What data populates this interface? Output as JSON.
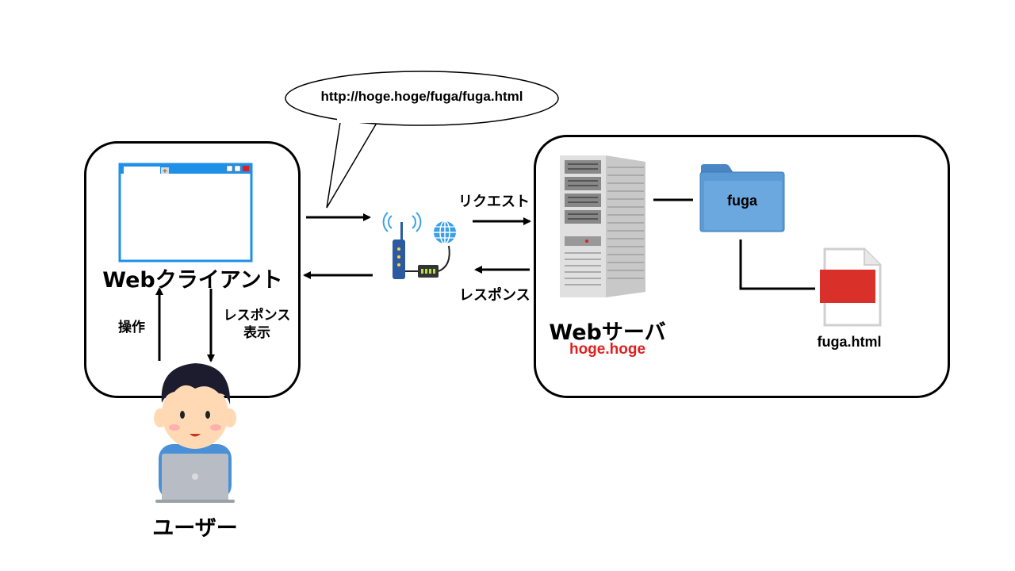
{
  "url_bubble": {
    "text": "http://hoge.hoge/fuga/fuga.html"
  },
  "client": {
    "label": "Webクライアント"
  },
  "user": {
    "label": "ユーザー",
    "operation_label": "操作",
    "response_display_line1": "レスポンス",
    "response_display_line2": "表示"
  },
  "network": {
    "request_label": "リクエスト",
    "response_label": "レスポンス"
  },
  "server": {
    "label": "Webサーバ",
    "host": "hoge.hoge",
    "host_color": "#e02020",
    "folder_label": "fuga",
    "file_label": "fuga.html"
  },
  "colors": {
    "browser_frame": "#1e90e8",
    "folder": "#5b9bd5",
    "file_block": "#d9302a",
    "skin": "#ffd9b3",
    "hair": "#1c1c2e",
    "shirt": "#4a90d9",
    "laptop": "#b8bcc4",
    "router_body": "#2b5aa0",
    "globe": "#3aa0e8",
    "server_body": "#d8d8d8"
  }
}
